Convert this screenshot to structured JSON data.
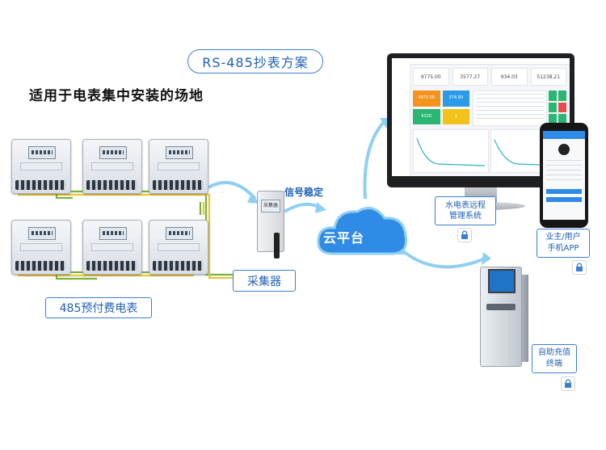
{
  "title": "RS-485抄表方案",
  "subtitle": "适用于电表集中安装的场地",
  "meters_label": "485预付费电表",
  "collector_label": "采集器",
  "collector_screen_text": "采集器",
  "signal_label": "信号稳定",
  "cloud_label": "云平台",
  "web_system_label_line1": "水电表远程",
  "web_system_label_line2": "管理系统",
  "app_label_line1": "业主/用户",
  "app_label_line2": "手机APP",
  "kiosk_label_line1": "自助充值",
  "kiosk_label_line2": "终端",
  "dashboard": {
    "stat_values": [
      "9775.00",
      "3577.27",
      "934.03",
      "51238.21"
    ],
    "tile_values": [
      "4975.00",
      "374.00",
      "6320",
      "1"
    ],
    "tile_colors": [
      "#f5931f",
      "#2b9be8",
      "#2bb673",
      "#f2c21b"
    ]
  },
  "colors": {
    "accent": "#3a7fd5",
    "cloud": "#2f8be6",
    "wire_green": "#7bb13b",
    "wire_yellow": "#e9c53a",
    "arrow": "#8fd0f0"
  }
}
